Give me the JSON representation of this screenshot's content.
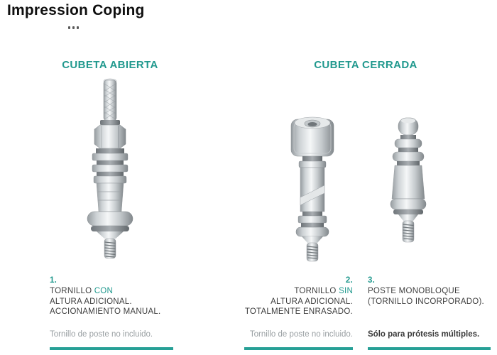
{
  "page": {
    "title": "Impression Coping"
  },
  "headers": {
    "open_tray": "CUBETA ABIERTA",
    "closed_tray": "CUBETA CERRADA"
  },
  "items": [
    {
      "number": "1.",
      "line1_pre": "TORNILLO ",
      "line1_highlight": "CON",
      "line2": "ALTURA ADICIONAL.",
      "line3": "ACCIONAMIENTO MANUAL.",
      "note": "Tornillo de poste no incluido."
    },
    {
      "number": "2.",
      "line1_pre": "TORNILLO ",
      "line1_highlight": "SIN",
      "line2": "ALTURA ADICIONAL.",
      "line3": "TOTALMENTE ENRASADO.",
      "note": "Tornillo de poste no incluido."
    },
    {
      "number": "3.",
      "line1": "POSTE MONOBLOQUE",
      "line2": "(TORNILLO INCORPORADO).",
      "note": "Sólo para prótesis múltiples."
    }
  ],
  "images": {
    "open_tray_coping": "open-tray impression coping",
    "closed_tray_coping": "closed-tray impression coping",
    "monobloc_post": "monobloc post (screw incorporated)"
  },
  "colors": {
    "accent": "#21998e",
    "text": "#3e3e3e",
    "muted": "#9aa0a3"
  }
}
